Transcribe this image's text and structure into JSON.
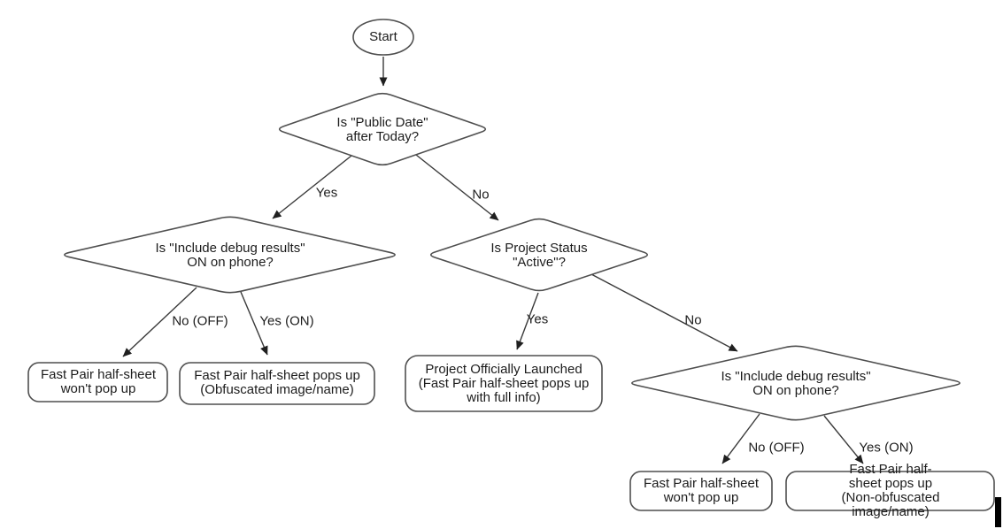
{
  "diagram": {
    "title": "Fast Pair half-sheet decision flowchart",
    "colors": {
      "stroke": "#4f4f4f",
      "arrow": "#3a3a3a",
      "text": "#1c1c1c",
      "background": "#ffffff",
      "cursor": "#000000"
    },
    "nodes": {
      "start": {
        "label": "Start",
        "type": "terminator"
      },
      "d_public_date": {
        "label": "Is \"Public Date\"\nafter Today?",
        "type": "decision"
      },
      "d_debug_left": {
        "label": "Is \"Include debug results\"\nON on phone?",
        "type": "decision"
      },
      "d_project_status": {
        "label": "Is Project Status\n\"Active\"?",
        "type": "decision"
      },
      "d_debug_right": {
        "label": "Is \"Include debug results\"\nON on phone?",
        "type": "decision"
      },
      "r_wont_popup_left": {
        "label": "Fast Pair half-sheet\nwon't pop up",
        "type": "result"
      },
      "r_obfuscated": {
        "label": "Fast Pair half-sheet pops up\n(Obfuscated image/name)",
        "type": "result"
      },
      "r_launched": {
        "label": "Project Officially Launched\n(Fast Pair half-sheet pops up\nwith full info)",
        "type": "result"
      },
      "r_wont_popup_right": {
        "label": "Fast Pair half-sheet\nwon't pop up",
        "type": "result"
      },
      "r_non_obfuscated": {
        "label": "Fast Pair half-sheet pops up\n(Non-obfuscated image/name)",
        "type": "result"
      }
    },
    "edge_labels": {
      "yes_public_date": "Yes",
      "no_public_date": "No",
      "no_off_left": "No (OFF)",
      "yes_on_left": "Yes (ON)",
      "yes_active": "Yes",
      "no_active": "No",
      "no_off_right": "No (OFF)",
      "yes_on_right": "Yes (ON)"
    }
  }
}
